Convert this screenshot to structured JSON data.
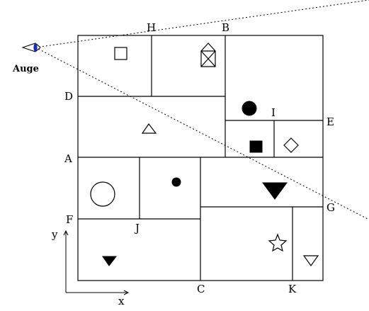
{
  "labels": {
    "H": "H",
    "B": "B",
    "D": "D",
    "I": "I",
    "E": "E",
    "A": "A",
    "G": "G",
    "F": "F",
    "J": "J",
    "C": "C",
    "K": "K"
  },
  "eye": {
    "label": "Auge"
  },
  "axes": {
    "x": "x",
    "y": "y"
  },
  "colors": {
    "line": "#000000",
    "eye_iris": "#1a2fb0",
    "background": "#ffffff"
  },
  "icons": [
    "square-outline-icon",
    "house-outline-icon",
    "filled-circle-icon",
    "triangle-outline-icon",
    "filled-square-icon",
    "diamond-outline-icon",
    "circle-outline-icon",
    "small-filled-circle-icon",
    "filled-triangle-down-icon",
    "star-outline-icon",
    "filled-triangle-down-small-icon",
    "triangle-down-outline-icon"
  ]
}
